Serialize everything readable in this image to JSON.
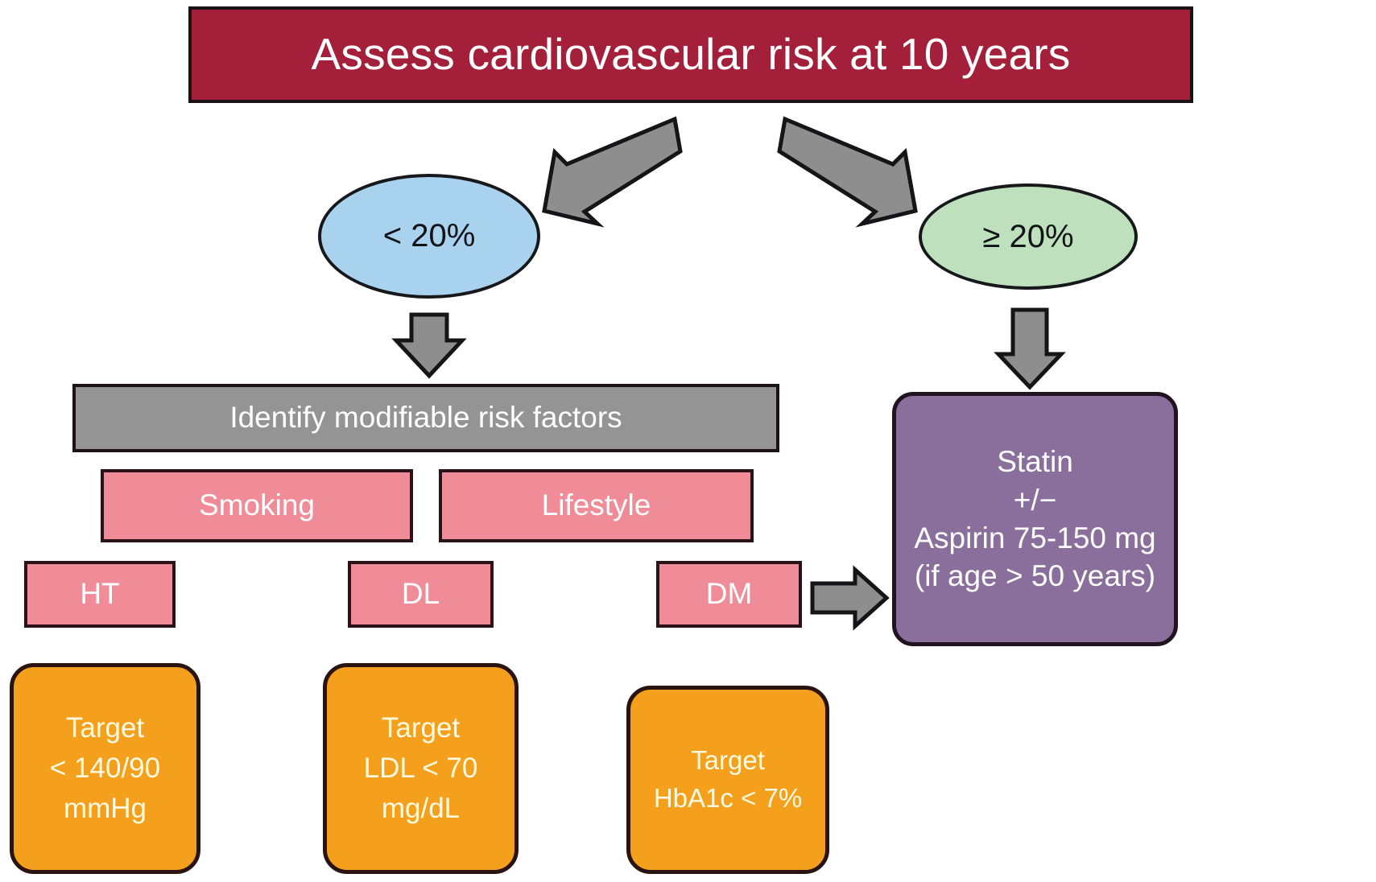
{
  "diagram": {
    "title": "Assess cardiovascular risk at 10 years",
    "background_color": "#ffffff"
  },
  "palette": {
    "title_banner": "#a4203a",
    "risk_low": "#a9d2ef",
    "risk_high": "#bee0bd",
    "risk_factor_bar": "#949494",
    "risk_factor_box": "#f08c98",
    "treatment_box": "#8a6e9b",
    "target_box": "#f5a01d",
    "arrow": "#8e8e8e",
    "outline": "#1c1216"
  },
  "nodes": {
    "banner": {
      "label": "Assess cardiovascular risk at 10 years"
    },
    "risk_low": {
      "label": "< 20%"
    },
    "risk_high": {
      "label": "≥ 20%"
    },
    "risk_factors_bar": {
      "label": "Identify modifiable risk factors"
    },
    "smoking": {
      "label": "Smoking"
    },
    "lifestyle": {
      "label": "Lifestyle"
    },
    "ht": {
      "label": "HT"
    },
    "dl": {
      "label": "DL"
    },
    "dm": {
      "label": "DM"
    },
    "statin": {
      "lines": [
        "Statin",
        "+/−",
        "Aspirin 75-150 mg",
        "(if age > 50 years)"
      ]
    },
    "target_bp": {
      "lines": [
        "Target",
        "< 140/90",
        "mmHg"
      ]
    },
    "target_ldl": {
      "lines": [
        "Target",
        "LDL < 70",
        "mg/dL"
      ]
    },
    "target_a1c": {
      "lines": [
        "Target",
        "HbA1c < 7%"
      ]
    }
  },
  "arrows": [
    {
      "name": "banner-to-risk-low",
      "direction": "down-left"
    },
    {
      "name": "banner-to-risk-high",
      "direction": "down-right"
    },
    {
      "name": "risk-low-to-risk-factors",
      "direction": "down"
    },
    {
      "name": "risk-high-to-statin",
      "direction": "down"
    },
    {
      "name": "dm-to-statin",
      "direction": "right"
    }
  ]
}
